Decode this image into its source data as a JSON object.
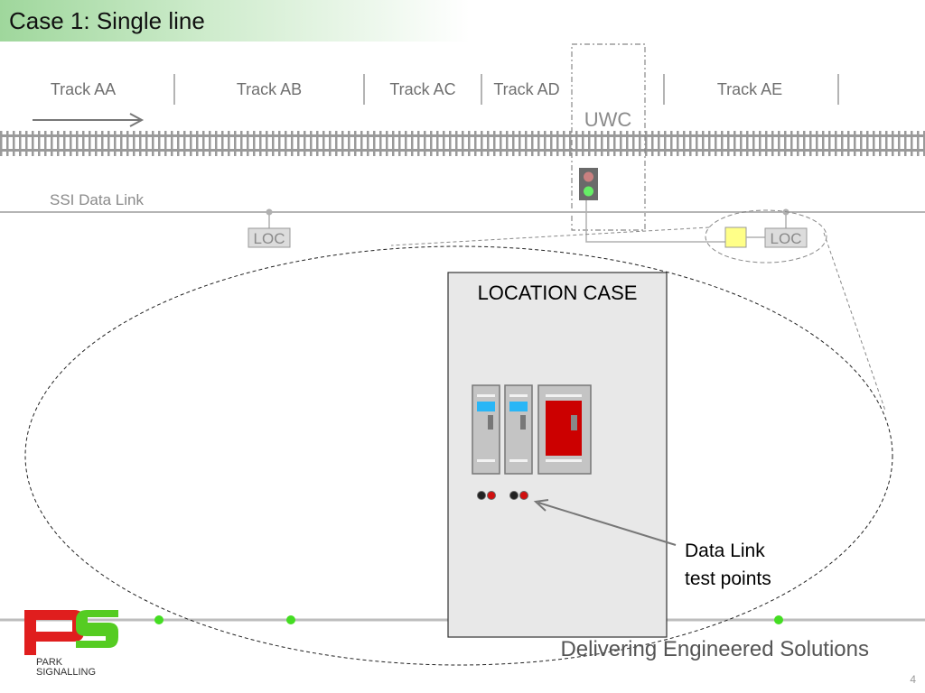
{
  "slide": {
    "title": "Case 1: Single line",
    "footer": "Delivering Engineered Solutions",
    "page_number": "4"
  },
  "tracks": [
    "Track AA",
    "Track AB",
    "Track AC",
    "Track AD",
    "Track AE"
  ],
  "labels": {
    "uwc": "UWC",
    "data_link": "SSI Data Link",
    "loc": "LOC",
    "location_case": "LOCATION CASE",
    "test_points_line1": "Data Link",
    "test_points_line2": "test points"
  },
  "logo": {
    "mark": "PS",
    "line1": "PARK",
    "line2": "SIGNALLING"
  },
  "colors": {
    "title_gradient": "#9fd79c",
    "rail": "#a8a8a8",
    "signal_red": "#c98080",
    "signal_green": "#66ee66",
    "yellow_box": "#ffff88",
    "loc_fill": "#dcdcdc",
    "case_fill": "#e8e8e8",
    "module_blue": "#29b6f6",
    "module_red": "#cc0000",
    "green_dot": "#44dd22",
    "logo_red": "#e01e1e",
    "logo_green": "#55cc22"
  }
}
